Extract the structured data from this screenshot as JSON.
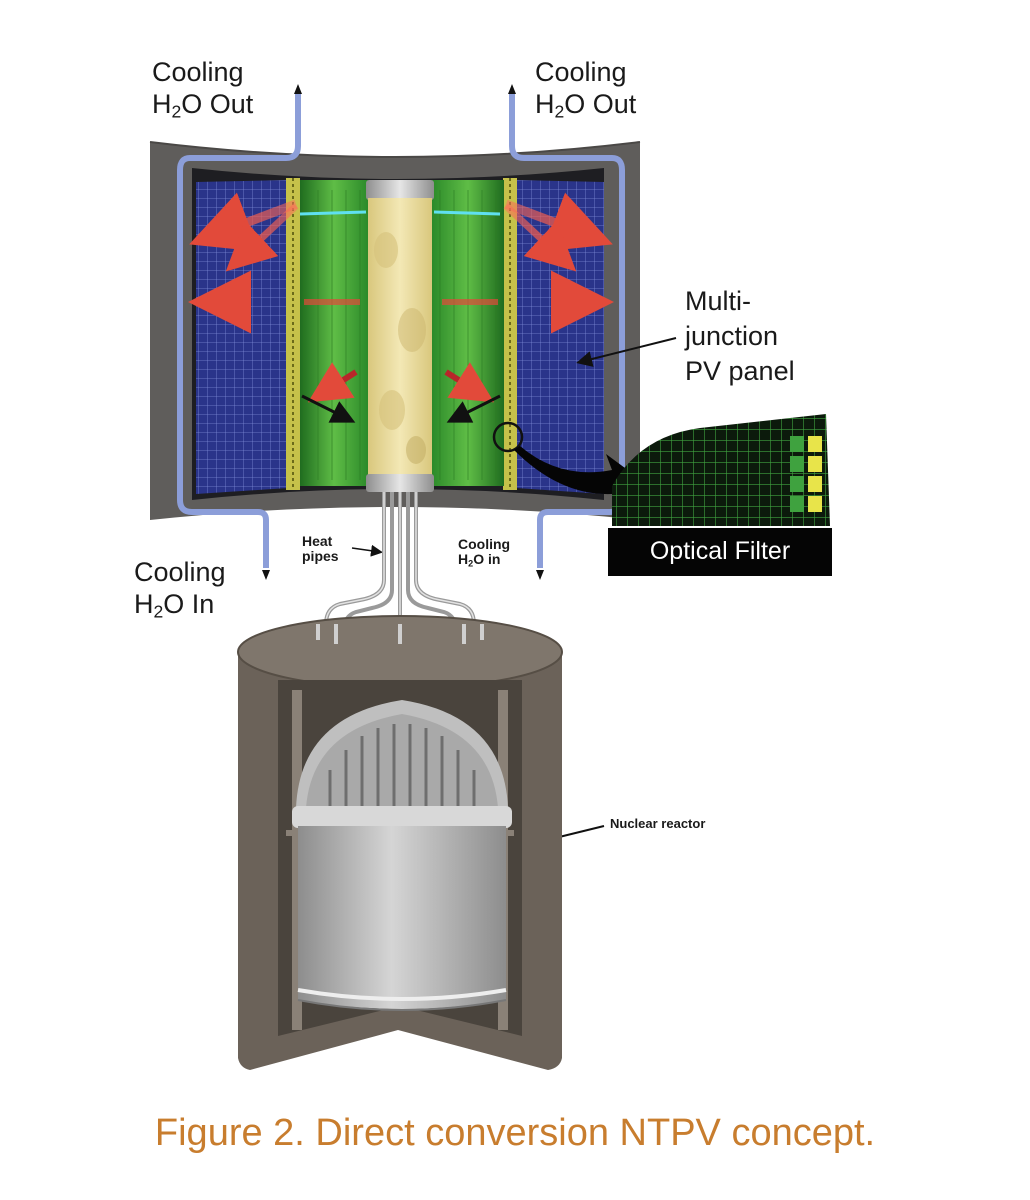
{
  "labels": {
    "cooling_out_left": {
      "line1": "Cooling",
      "pre": "H",
      "sub": "2",
      "post": "O Out"
    },
    "cooling_out_right": {
      "line1": "Cooling",
      "pre": "H",
      "sub": "2",
      "post": "O Out"
    },
    "cooling_in_left": {
      "line1": "Cooling",
      "pre": "H",
      "sub": "2",
      "post": "O In"
    },
    "cooling_in_small": {
      "line1": "Cooling",
      "pre": "H",
      "sub": "2",
      "post": "O in"
    },
    "heat_pipes": {
      "line1": "Heat",
      "line2": "pipes"
    },
    "pv_panel": {
      "line1": "Multi-",
      "line2": "junction",
      "line3": "PV panel"
    },
    "optical_filter": "Optical Filter",
    "nuclear_reactor": "Nuclear reactor"
  },
  "caption": "Figure 2. Direct conversion NTPV concept.",
  "colors": {
    "caption": "#c87d2e",
    "housing": "#5f5d5b",
    "coolant_pipe": "#8c9ed9",
    "pv_panel": "#2a348a",
    "emitter": "#3f9a34",
    "fuel_rod": "#e6d898",
    "radiation_arrow": "#e24a3a",
    "reactor_shield": "#6b6259",
    "reactor_vessel": "#b4b4b4"
  }
}
